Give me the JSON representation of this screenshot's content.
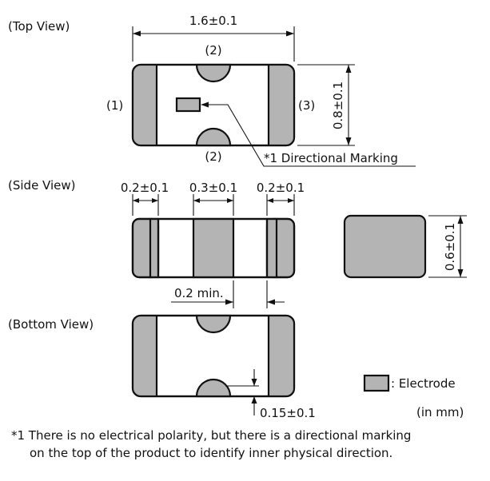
{
  "views": {
    "top": "(Top View)",
    "side": "(Side View)",
    "bottom": "(Bottom View)"
  },
  "top_view": {
    "length": "1.6±0.1",
    "width": "0.8±0.1",
    "terminal_top": "(2)",
    "terminal_bottom": "(2)",
    "terminal_left": "(1)",
    "terminal_right": "(3)",
    "marking_callout": "*1 Directional Marking"
  },
  "side_view": {
    "left_electrode": "0.2±0.1",
    "center_electrode": "0.3±0.1",
    "right_electrode": "0.2±0.1",
    "gap": "0.2 min.",
    "height": "0.6±0.1"
  },
  "bottom_view": {
    "offset": "0.15±0.1"
  },
  "legend": {
    "electrode": ": Electrode",
    "units": "(in mm)"
  },
  "footnote": {
    "line1": "*1 There is no electrical polarity, but there is a directional marking",
    "line2": "on the top of the product to identify inner physical direction."
  },
  "colors": {
    "electrode": "#b4b4b4",
    "outline": "#111111"
  }
}
